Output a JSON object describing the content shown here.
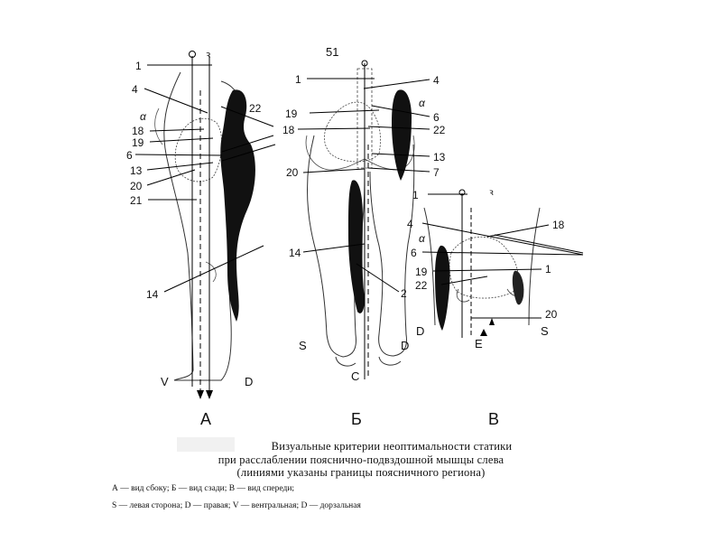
{
  "page_number": "51",
  "panels": [
    {
      "letter": "А"
    },
    {
      "letter": "Б"
    },
    {
      "letter": "В"
    }
  ],
  "panel_a": {
    "labels": [
      "1",
      "4",
      "α",
      "18",
      "19",
      "6",
      "13",
      "20",
      "21",
      "14",
      "22"
    ],
    "directions": [
      "V",
      "D"
    ]
  },
  "panel_b": {
    "labels": [
      "1",
      "19",
      "18",
      "20",
      "14",
      "4",
      "6",
      "22",
      "13",
      "7",
      "2"
    ],
    "directions": [
      "S",
      "D",
      "C"
    ],
    "alpha": "α"
  },
  "panel_c": {
    "labels": [
      "1",
      "4",
      "6",
      "19",
      "22",
      "18",
      "1",
      "20"
    ],
    "alpha": "α",
    "directions": [
      "D",
      "E",
      "S"
    ]
  },
  "caption": {
    "lines": [
      "Визуальные критерии неоптимальности статики",
      "при расслаблении пояснично-подвздошной мышцы слева",
      "(линиями указаны границы поясничного региона)"
    ]
  },
  "legend": {
    "line1": "А — вид сбоку;  Б — вид сзади;  В — вид спереди;",
    "line2": "S — левая сторона;  D — правая;  V — вентральная;  D — дорзальная"
  }
}
